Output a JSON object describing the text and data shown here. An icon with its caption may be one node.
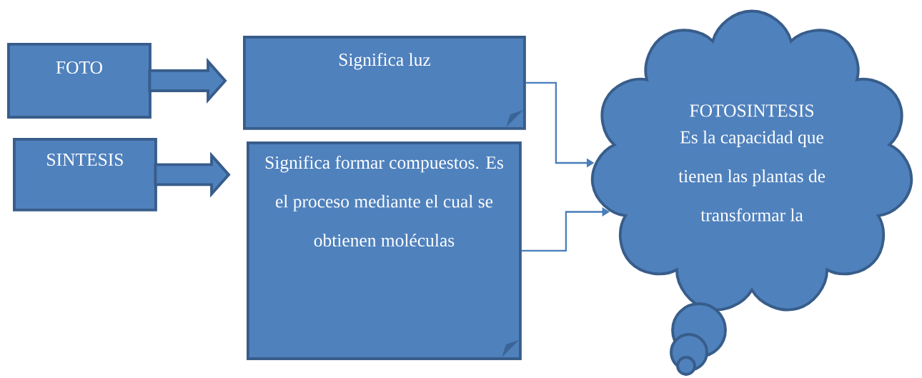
{
  "diagram": {
    "nodes": [
      {
        "text": [
          "FOTO"
        ]
      },
      {
        "text": [
          "Significa luz"
        ]
      },
      {
        "text": [
          "SINTESIS"
        ]
      },
      {
        "text": [
          "Significa formar compuestos. Es el proceso mediante el cual se obtienen moléculas"
        ]
      },
      {
        "text": [
          "FOTOSINTESIS",
          "Es la capacidad que tienen las plantas de transformar la"
        ]
      }
    ],
    "edges": [
      {
        "from": 0,
        "to": 1,
        "arrow": "to",
        "style": "thick"
      },
      {
        "from": 2,
        "to": 3,
        "arrow": "to",
        "style": "thick"
      },
      {
        "from": 1,
        "to": 4,
        "arrow": "to"
      },
      {
        "from": 3,
        "to": 4,
        "arrow": "to"
      }
    ]
  }
}
